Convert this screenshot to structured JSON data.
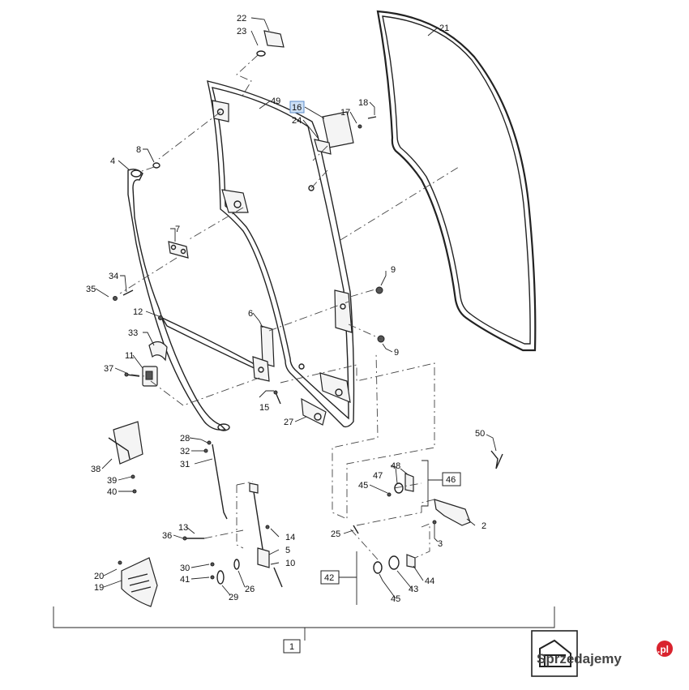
{
  "diagram": {
    "callouts": {
      "c1": "1",
      "c2": "2",
      "c3": "3",
      "c4": "4",
      "c5": "5",
      "c6": "6",
      "c7": "7",
      "c8": "8",
      "c9a": "9",
      "c9b": "9",
      "c10": "10",
      "c11": "11",
      "c12": "12",
      "c13": "13",
      "c14": "14",
      "c15": "15",
      "c16": "16",
      "c17": "17",
      "c18": "18",
      "c19": "19",
      "c20": "20",
      "c21": "21",
      "c22": "22",
      "c23": "23",
      "c24": "24",
      "c25": "25",
      "c26": "26",
      "c27": "27",
      "c28": "28",
      "c29": "29",
      "c30": "30",
      "c31": "31",
      "c32": "32",
      "c33": "33",
      "c34": "34",
      "c35": "35",
      "c36": "36",
      "c37": "37",
      "c38": "38",
      "c39": "39",
      "c40": "40",
      "c41": "41",
      "c42": "42",
      "c43": "43",
      "c44": "44",
      "c45a": "45",
      "c45b": "45",
      "c46": "46",
      "c47": "47",
      "c48": "48",
      "c49": "49",
      "c50": "50"
    },
    "highlighted_callout": "16",
    "highlight_color": "#cde0f5"
  },
  "watermark": {
    "text": "Sprzedajemy",
    "suffix": ".pl",
    "accent_color": "#d9232e"
  }
}
